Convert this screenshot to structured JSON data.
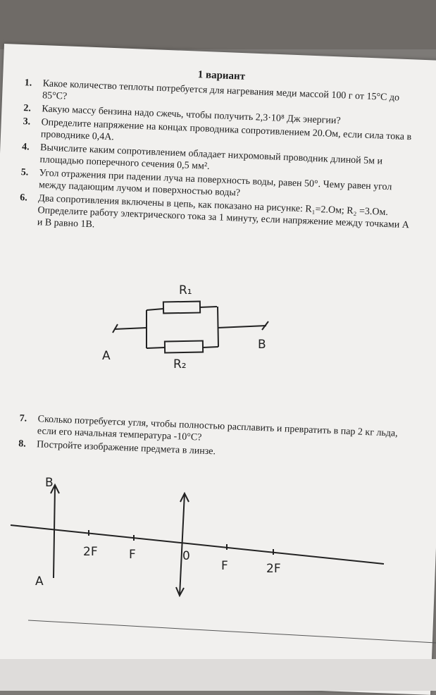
{
  "title": "1 вариант",
  "tasks": [
    {
      "num": "1.",
      "text": "Какое количество теплоты потребуется для нагревания меди массой 100 г от 15°С до 85°С?"
    },
    {
      "num": "2.",
      "text": "Какую массу бензина надо сжечь, чтобы получить 2,3·10⁸ Дж энергии?"
    },
    {
      "num": "3.",
      "text": "Определите напряжение на концах проводника сопротивлением 20.Ом, если сила тока в проводнике 0,4А."
    },
    {
      "num": "4.",
      "text": "Вычислите каким сопротивлением обладает нихромовый проводник длиной 5м и площадью поперечного сечения 0,5 мм²."
    },
    {
      "num": "5.",
      "text": "Угол отражения при падении луча на поверхность воды, равен 50°. Чему равен угол между падающим лучом и поверхностью воды?"
    },
    {
      "num": "6.",
      "text": "Два сопротивления включены в цепь, как показано на рисунке: R₁=2.Ом; R₂ =3.Ом. Определите работу электрического тока за 1 минуту, если напряжение между точками А и В равно 1В."
    }
  ],
  "tasks_lower": [
    {
      "num": "7.",
      "text": "Сколько потребуется угля, чтобы полностью расплавить и превратить в пар 2 кг льда, если его начальная температура  -10°С?"
    },
    {
      "num": "8.",
      "text": "Постройте изображение предмета в линзе."
    }
  ],
  "circuit": {
    "r1": "R₁",
    "r2": "R₂",
    "a": "A",
    "b": "B"
  },
  "lens": {
    "object_top": "B",
    "object_bottom": "A",
    "left_2f": "2F",
    "left_f": "F",
    "center": "0",
    "right_f": "F",
    "right_2f": "2F"
  }
}
